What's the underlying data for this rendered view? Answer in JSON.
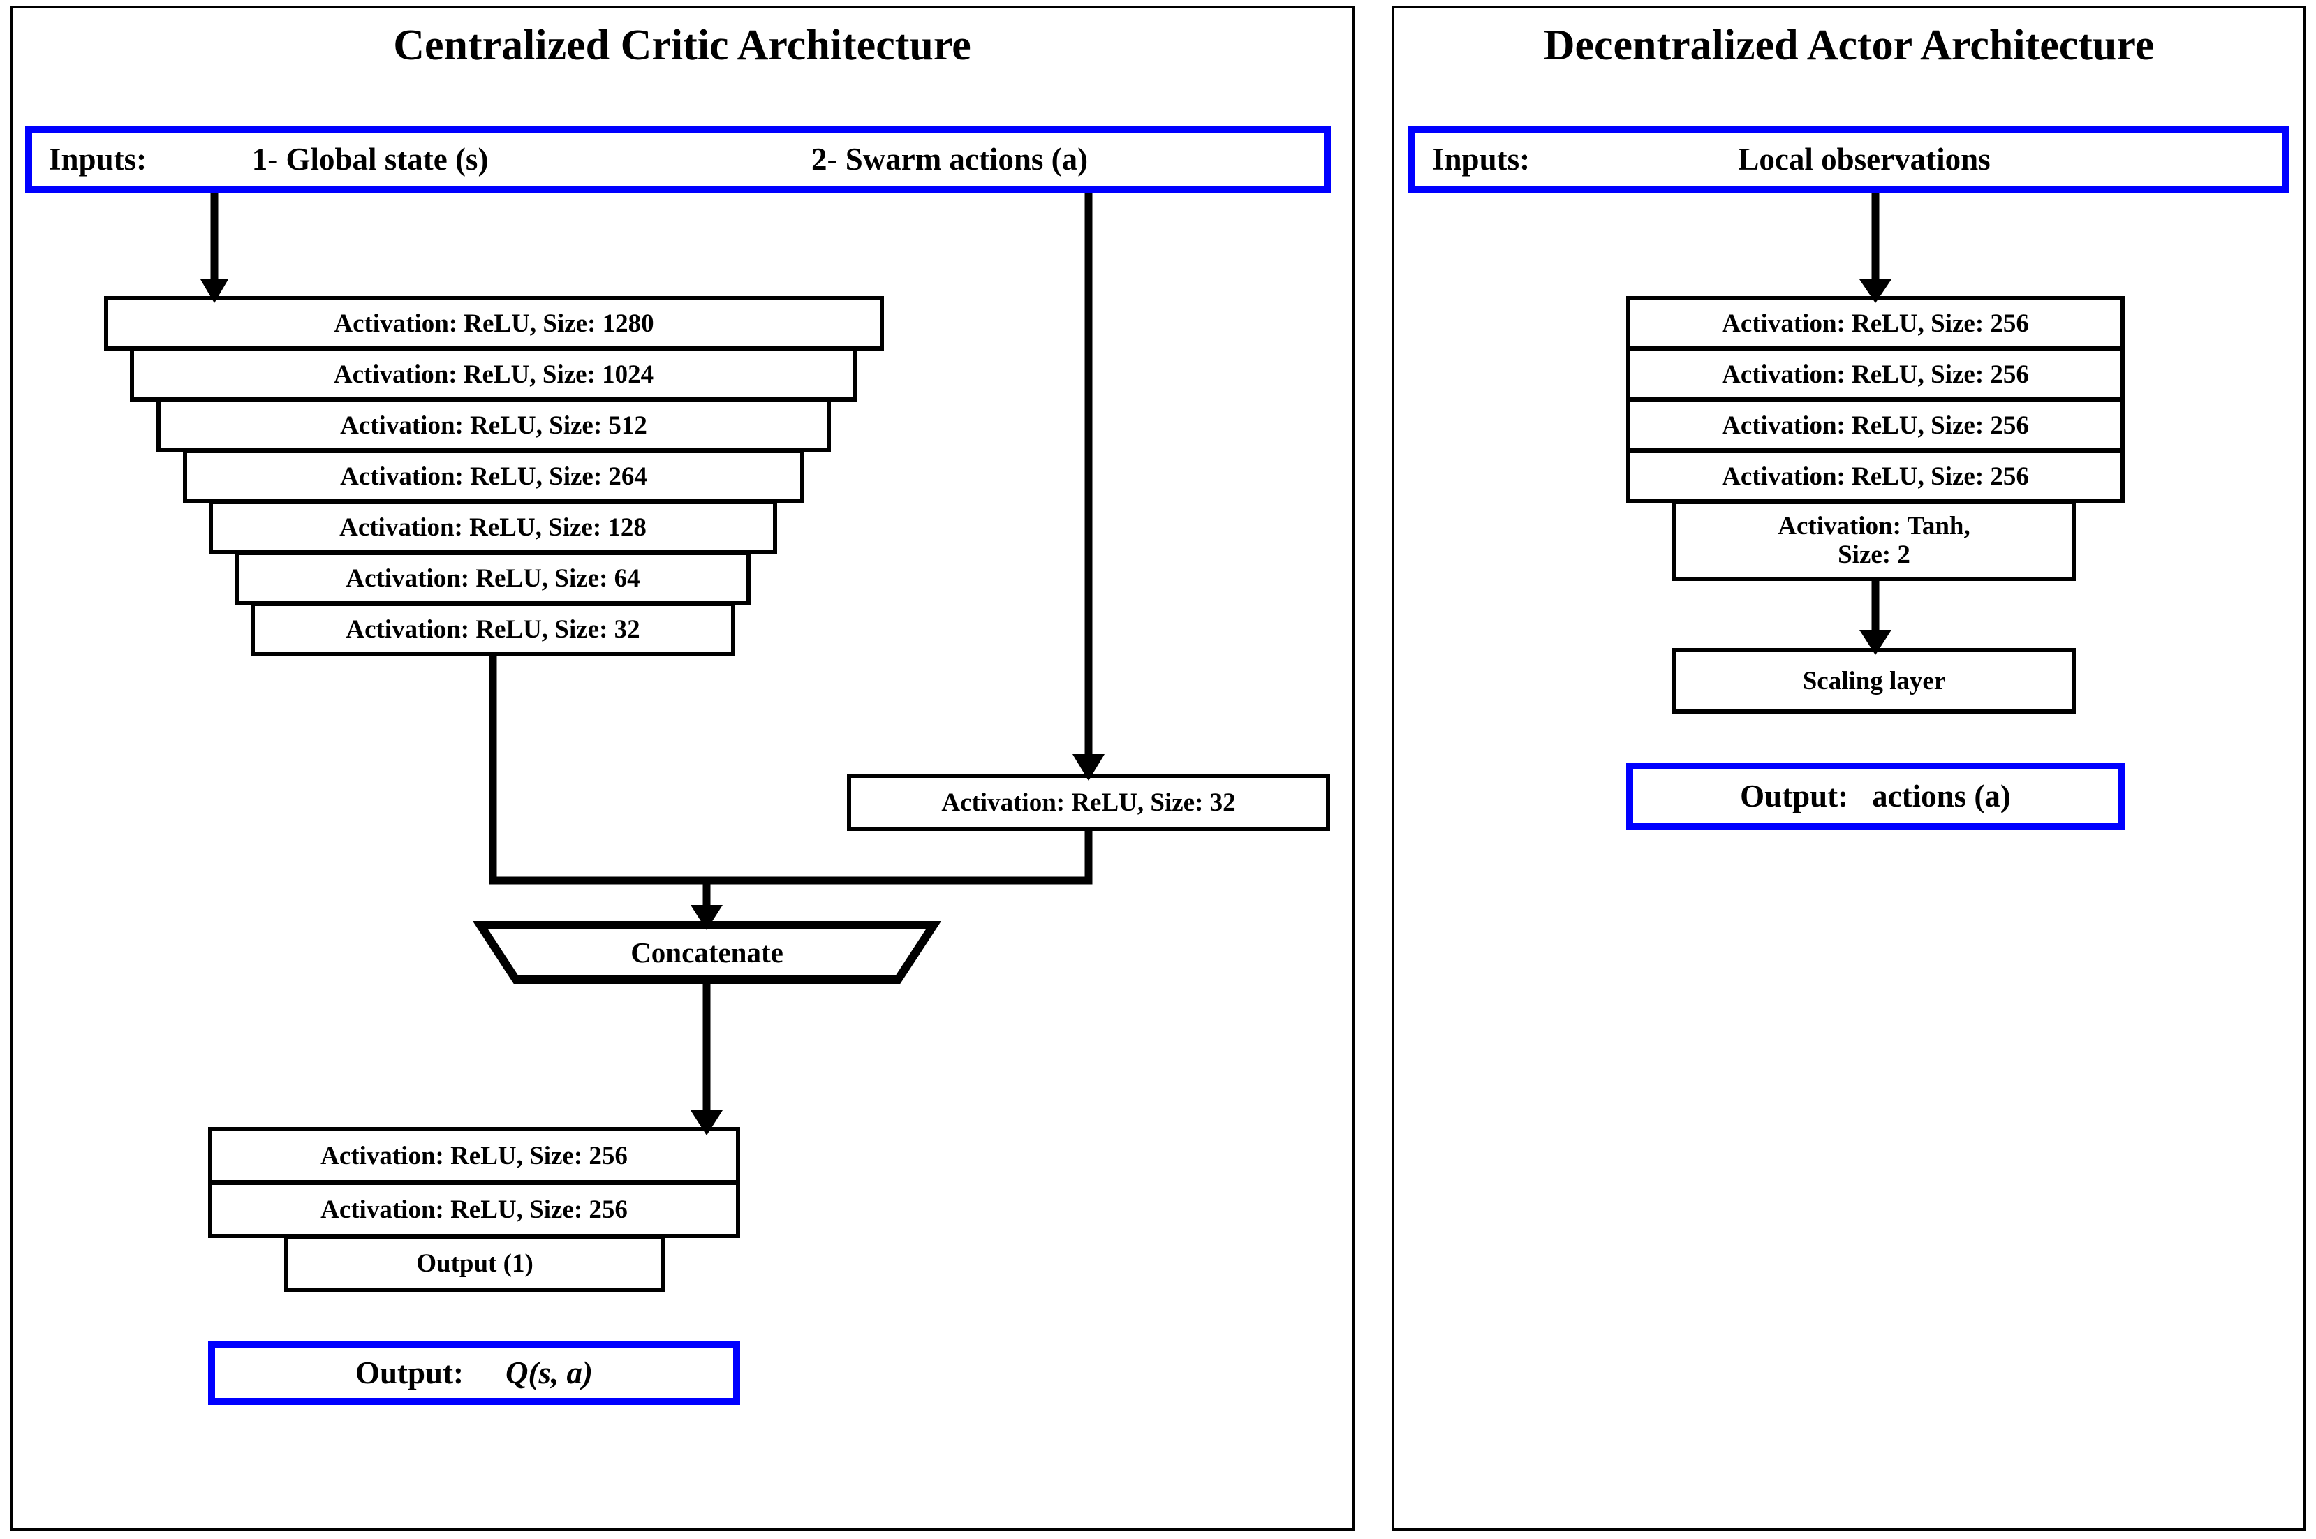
{
  "critic": {
    "title": "Centralized Critic Architecture",
    "inputs": {
      "label": "Inputs:",
      "items": [
        "1- Global state (s)",
        "2- Swarm actions (a)"
      ]
    },
    "state_branch_layers": [
      "Activation: ReLU, Size: 1280",
      "Activation: ReLU, Size: 1024",
      "Activation: ReLU, Size: 512",
      "Activation: ReLU, Size: 264",
      "Activation: ReLU, Size: 128",
      "Activation: ReLU, Size: 64",
      "Activation: ReLU, Size: 32"
    ],
    "action_branch_layers": [
      "Activation: ReLU, Size: 32"
    ],
    "merge": {
      "label": "Concatenate"
    },
    "head_layers": [
      "Activation: ReLU, Size: 256",
      "Activation: ReLU, Size: 256"
    ],
    "output_layer": "Output (1)",
    "output": {
      "label": "Output:",
      "value_plain": "Q(s, a)",
      "value_q": "Q",
      "value_open": "(",
      "value_s": "s",
      "value_comma": ", ",
      "value_a": "a",
      "value_close": ")"
    }
  },
  "actor": {
    "title": "Decentralized Actor Architecture",
    "inputs": {
      "label": "Inputs:",
      "items": [
        "Local observations"
      ]
    },
    "hidden_layers": [
      "Activation: ReLU, Size: 256",
      "Activation: ReLU, Size: 256",
      "Activation: ReLU, Size: 256",
      "Activation: ReLU, Size: 256"
    ],
    "tanh_layer": {
      "line1": "Activation: Tanh,",
      "line2": "Size: 2"
    },
    "scaling_layer": "Scaling layer",
    "output": {
      "label": "Output:",
      "value": "actions (a)"
    }
  },
  "colors": {
    "accent_blue": "#0000FF",
    "stroke_black": "#000000",
    "background": "#FFFFFF"
  }
}
